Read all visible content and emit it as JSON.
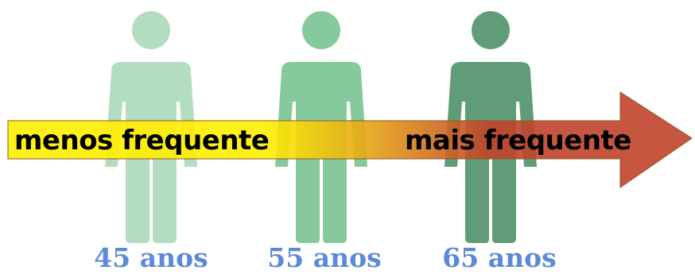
{
  "arrow": {
    "label_left": "menos frequente",
    "label_right": "mais frequente",
    "gradient_start_color": "#ffee00",
    "gradient_mid_color": "#e8a814",
    "gradient_end_color": "#c0432a"
  },
  "figures": [
    {
      "age_label": "45 anos",
      "color": "#b3dcc0"
    },
    {
      "age_label": "55 anos",
      "color": "#85c99c"
    },
    {
      "age_label": "65 anos",
      "color": "#5f9c77"
    }
  ],
  "age_label_color": "#5b8ad6"
}
